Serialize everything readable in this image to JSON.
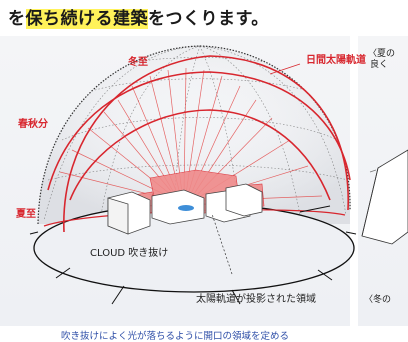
{
  "headline": {
    "prefix": "を",
    "highlight": "保ち続ける建築",
    "suffix": "をつくります。"
  },
  "diagram": {
    "labels": {
      "daily_orbit": "日間太陽軌道",
      "winter_solstice": "冬至",
      "equinox": "春秋分",
      "summer_solstice": "夏至",
      "cloud_atrium": "CLOUD 吹き抜け",
      "projected_area": "太陽軌道が投影された領域"
    },
    "side_panel": {
      "top_label": "〈夏の",
      "top_label_2": "良く",
      "bottom_label": "〈冬の"
    },
    "colors": {
      "orbit_red": "#d8262e",
      "projection_red": "#f08a8a",
      "dome_grid": "#555555",
      "caption_blue": "#2f4fa8"
    }
  },
  "caption": "吹き抜けによく光が落ちるように開口の領域を定める"
}
